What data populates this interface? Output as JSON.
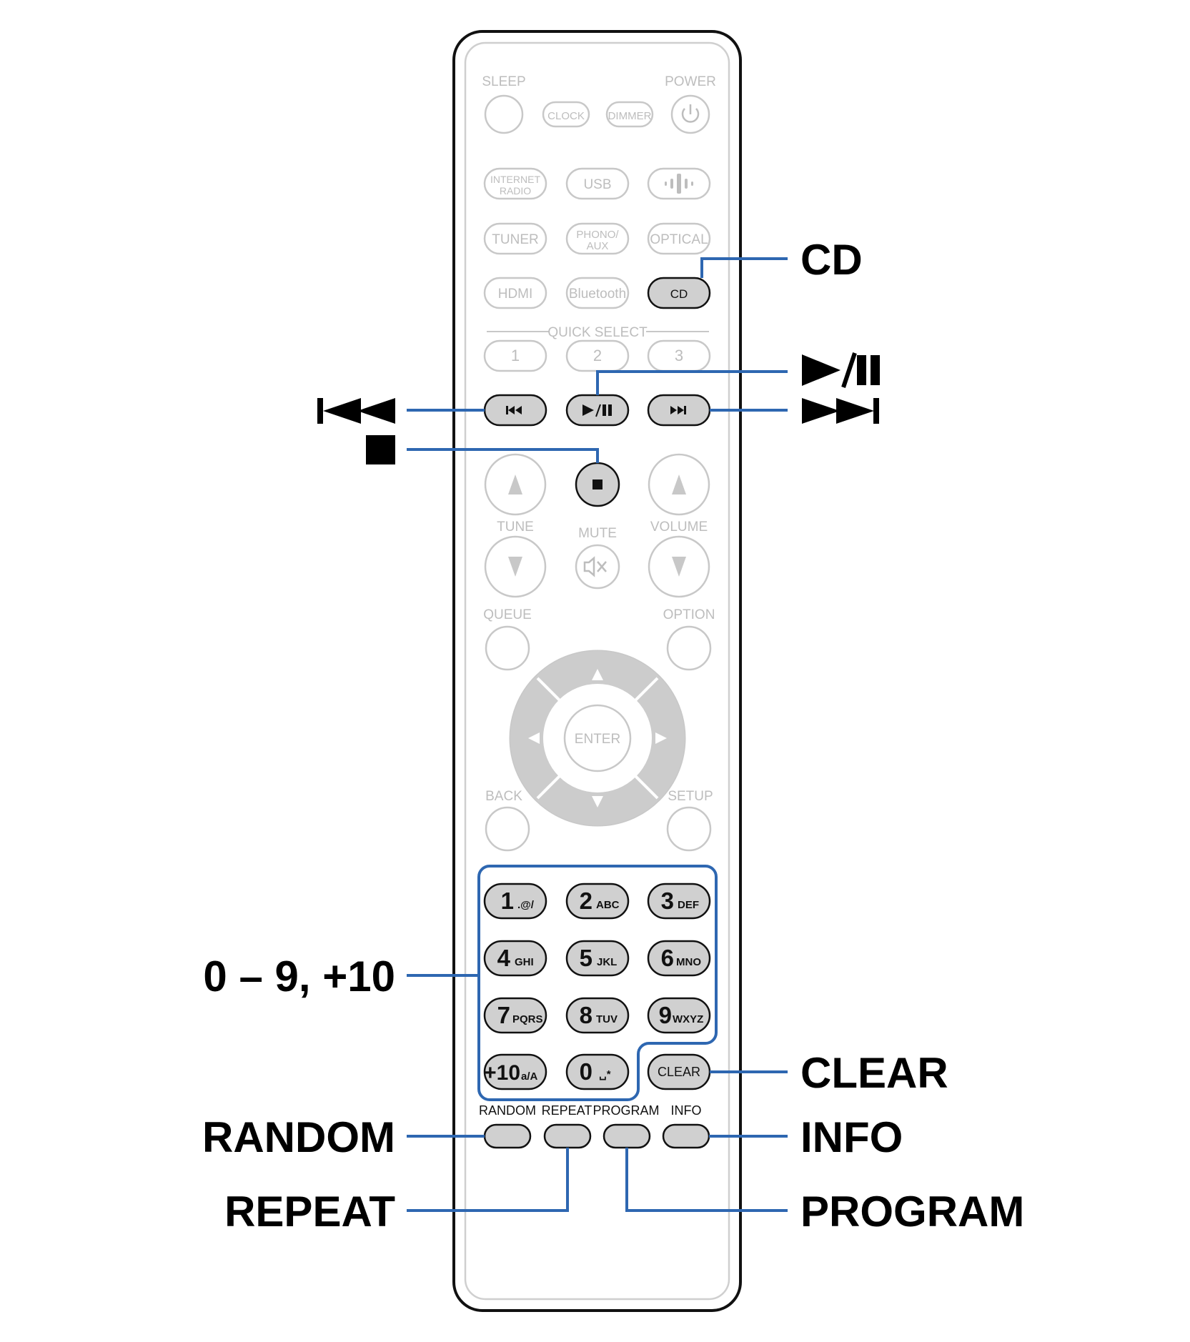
{
  "remote": {
    "sleep": "SLEEP",
    "power": "POWER",
    "clock": "CLOCK",
    "dimmer": "DIMMER",
    "internet_radio_1": "INTERNET",
    "internet_radio_2": "RADIO",
    "usb": "USB",
    "tuner": "TUNER",
    "phono_aux_1": "PHONO/",
    "phono_aux_2": "AUX",
    "optical": "OPTICAL",
    "hdmi": "HDMI",
    "bluetooth": "Bluetooth",
    "cd": "CD",
    "quick_select": "QUICK SELECT",
    "qs1": "1",
    "qs2": "2",
    "qs3": "3",
    "tune": "TUNE",
    "mute": "MUTE",
    "volume": "VOLUME",
    "queue": "QUEUE",
    "option": "OPTION",
    "enter": "ENTER",
    "back": "BACK",
    "setup": "SETUP",
    "keypad": [
      {
        "main": "1",
        "sub": ".@/"
      },
      {
        "main": "2",
        "sub": "ABC"
      },
      {
        "main": "3",
        "sub": "DEF"
      },
      {
        "main": "4",
        "sub": "GHI"
      },
      {
        "main": "5",
        "sub": "JKL"
      },
      {
        "main": "6",
        "sub": "MNO"
      },
      {
        "main": "7",
        "sub": "PQRS"
      },
      {
        "main": "8",
        "sub": "TUV"
      },
      {
        "main": "9",
        "sub": "WXYZ"
      },
      {
        "main": "+10",
        "sub": "a/A"
      },
      {
        "main": "0",
        "sub": "␣*"
      }
    ],
    "clear": "CLEAR",
    "random": "RANDOM",
    "repeat": "REPEAT",
    "program": "PROGRAM",
    "info": "INFO"
  },
  "callouts": {
    "cd": "CD",
    "play_pause": "►/II",
    "skip_back": "I◄◄",
    "skip_forward": "►►I",
    "stop": "■",
    "numbers": "0 – 9, +10",
    "clear": "CLEAR",
    "random": "RANDOM",
    "info": "INFO",
    "repeat": "REPEAT",
    "program": "PROGRAM"
  }
}
